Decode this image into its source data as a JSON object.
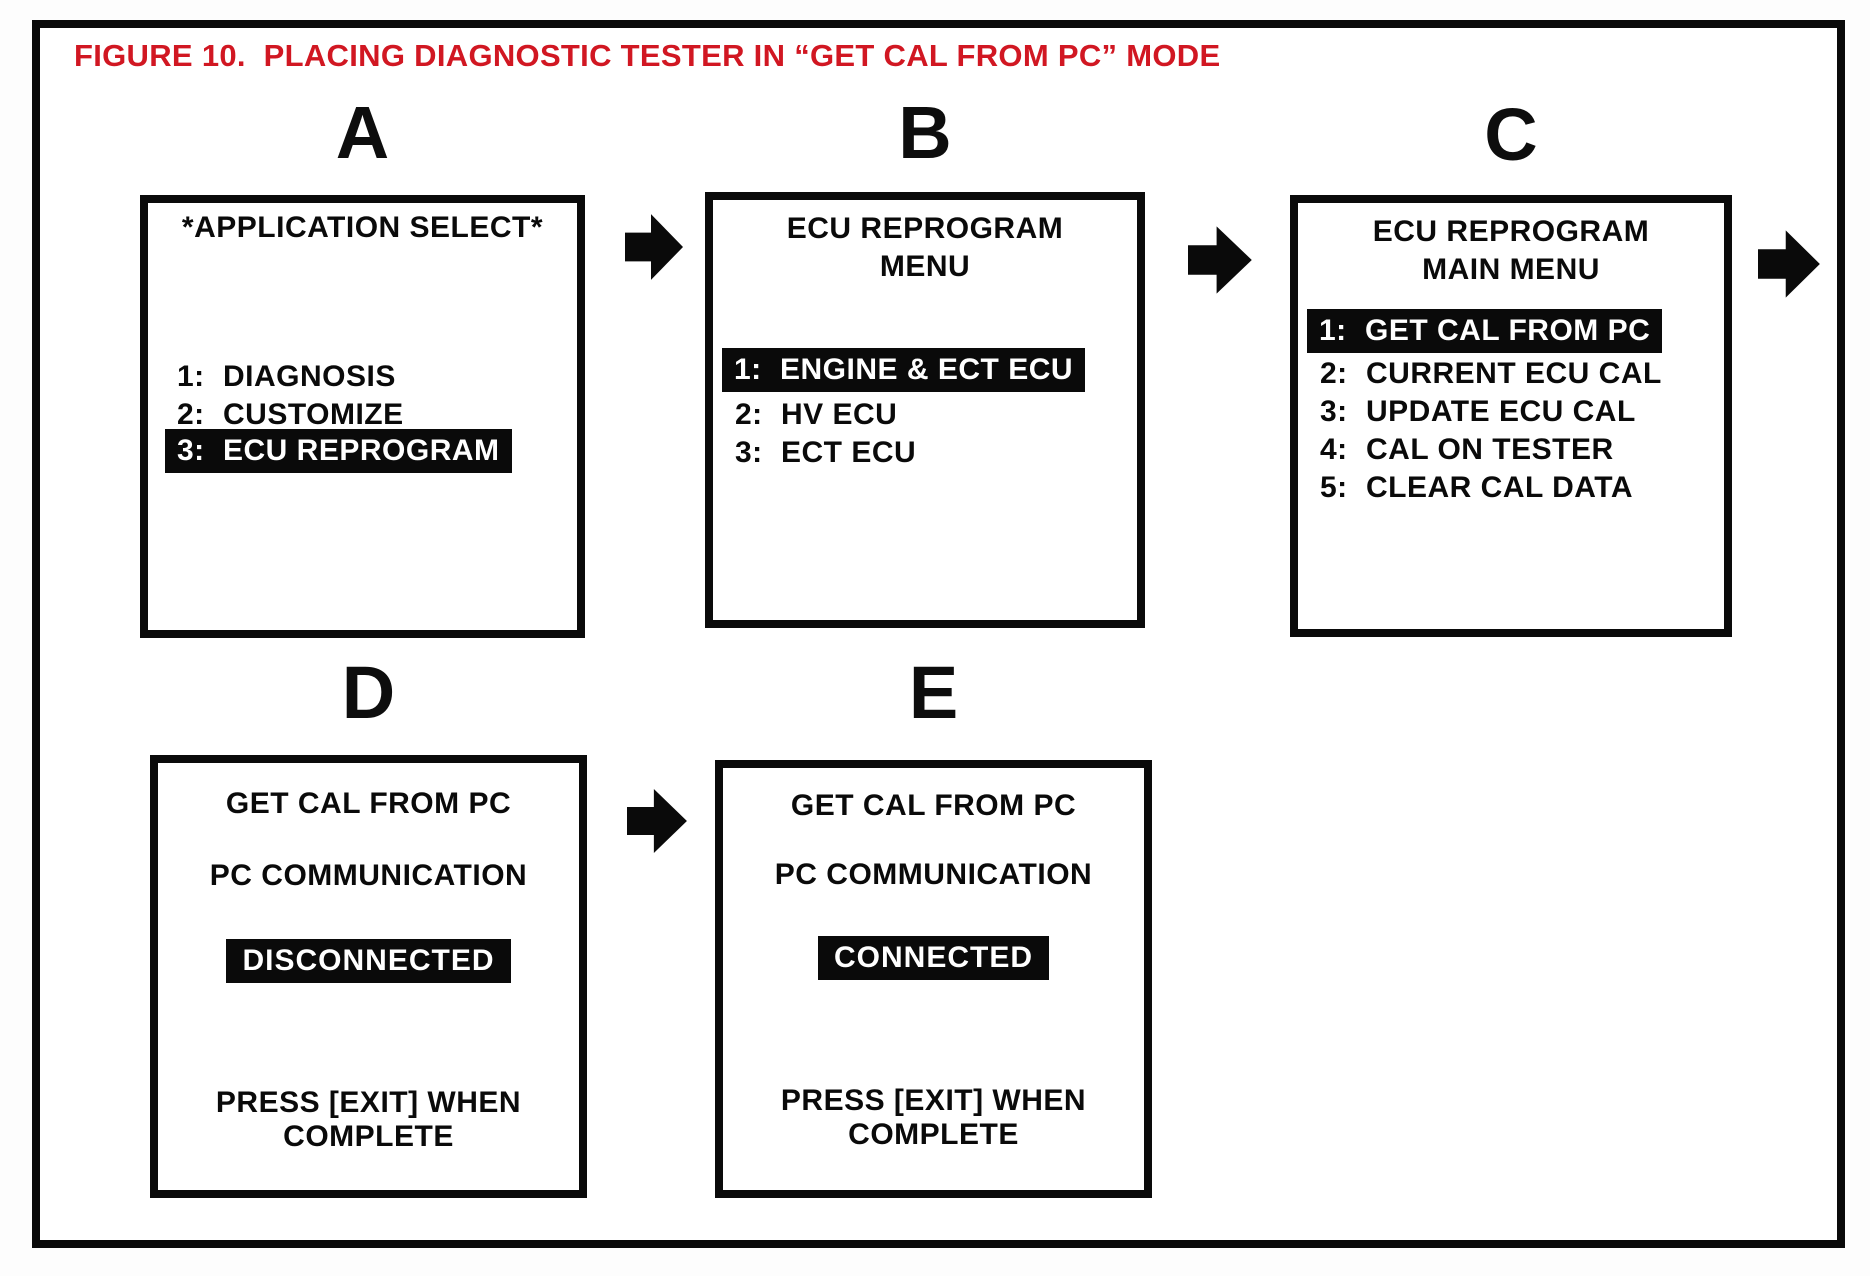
{
  "figure_title": "FIGURE 10.  PLACING DIAGNOSTIC TESTER IN “GET CAL FROM PC” MODE",
  "colors": {
    "title_red": "#d11722",
    "ink": "#0a0a0a",
    "screen_bg": "#ffffff",
    "highlight_bg": "#000000",
    "highlight_fg": "#ffffff"
  },
  "panel_a": {
    "label": "A",
    "screen_title": "*APPLICATION SELECT*",
    "items": [
      {
        "num": "1:",
        "label": "DIAGNOSIS",
        "selected": false
      },
      {
        "num": "2:",
        "label": "CUSTOMIZE",
        "selected": false
      },
      {
        "num": "3:",
        "label": "ECU REPROGRAM",
        "selected": true
      }
    ]
  },
  "panel_b": {
    "label": "B",
    "screen_title_line1": "ECU REPROGRAM",
    "screen_title_line2": "MENU",
    "items": [
      {
        "num": "1:",
        "label": "ENGINE & ECT ECU",
        "selected": true
      },
      {
        "num": "2:",
        "label": "HV ECU",
        "selected": false
      },
      {
        "num": "3:",
        "label": "ECT ECU",
        "selected": false
      }
    ]
  },
  "panel_c": {
    "label": "C",
    "screen_title_line1": "ECU REPROGRAM",
    "screen_title_line2": "MAIN MENU",
    "items": [
      {
        "num": "1:",
        "label": "GET CAL FROM PC",
        "selected": true
      },
      {
        "num": "2:",
        "label": "CURRENT ECU CAL",
        "selected": false
      },
      {
        "num": "3:",
        "label": "UPDATE ECU CAL",
        "selected": false
      },
      {
        "num": "4:",
        "label": "CAL ON TESTER",
        "selected": false
      },
      {
        "num": "5:",
        "label": "CLEAR CAL DATA",
        "selected": false
      }
    ]
  },
  "panel_d": {
    "label": "D",
    "line1": "GET CAL FROM PC",
    "line2": "PC COMMUNICATION",
    "status": "DISCONNECTED",
    "footer_line1": "PRESS [EXIT] WHEN",
    "footer_line2": "COMPLETE"
  },
  "panel_e": {
    "label": "E",
    "line1": "GET CAL FROM PC",
    "line2": "PC COMMUNICATION",
    "status": "CONNECTED",
    "footer_line1": "PRESS [EXIT] WHEN",
    "footer_line2": "COMPLETE"
  }
}
